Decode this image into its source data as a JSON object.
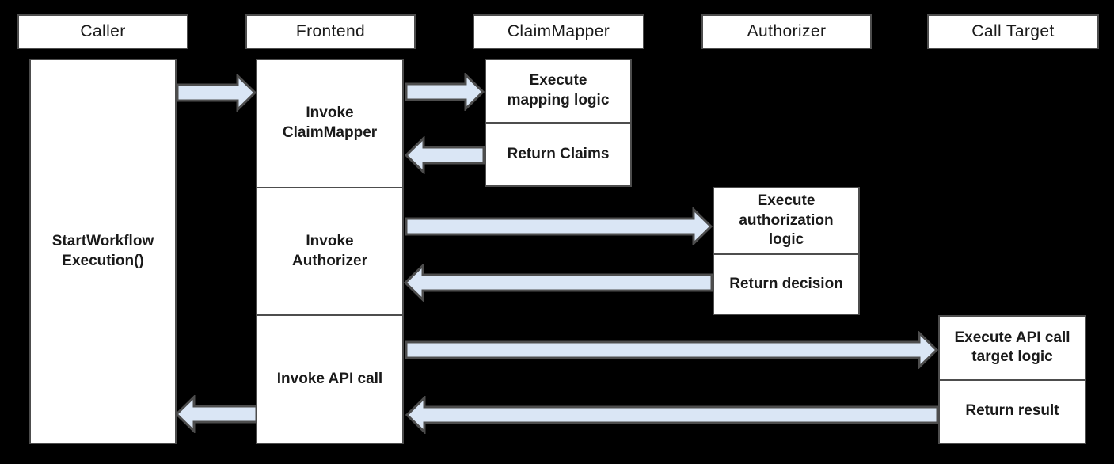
{
  "diagram_type": "sequence-diagram",
  "lifelines": [
    {
      "header": "Caller",
      "activities": [
        "StartWorkflow\nExecution()"
      ]
    },
    {
      "header": "Frontend",
      "activities": [
        "Invoke\nClaimMapper",
        "Invoke\nAuthorizer",
        "Invoke API call"
      ]
    },
    {
      "header": "ClaimMapper",
      "activities": [
        "Execute\nmapping logic",
        "Return Claims"
      ]
    },
    {
      "header": "Authorizer",
      "activities": [
        "Execute\nauthorization\nlogic",
        "Return decision"
      ]
    },
    {
      "header": "Call Target",
      "activities": [
        "Execute API call\ntarget logic",
        "Return result"
      ]
    }
  ],
  "flows": [
    {
      "from": "Caller",
      "to": "Frontend",
      "direction": "right"
    },
    {
      "from": "Frontend",
      "to": "ClaimMapper",
      "direction": "right"
    },
    {
      "from": "ClaimMapper",
      "to": "Frontend",
      "direction": "left"
    },
    {
      "from": "Frontend",
      "to": "Authorizer",
      "direction": "right"
    },
    {
      "from": "Authorizer",
      "to": "Frontend",
      "direction": "left"
    },
    {
      "from": "Frontend",
      "to": "Call Target",
      "direction": "right"
    },
    {
      "from": "Call Target",
      "to": "Frontend",
      "direction": "left"
    },
    {
      "from": "Frontend",
      "to": "Caller",
      "direction": "left"
    }
  ],
  "colors": {
    "background": "#000000",
    "box_fill": "#ffffff",
    "box_border": "#4d4d4d",
    "arrow_fill": "#dae6f5",
    "arrow_border": "#4d4d4d",
    "text": "#1a1a1a"
  }
}
